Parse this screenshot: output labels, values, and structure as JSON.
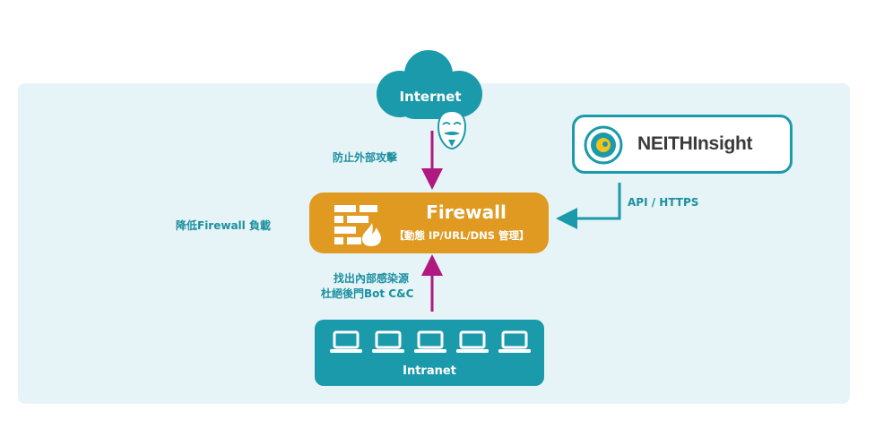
{
  "internet": {
    "label": "Internet",
    "icon": "hacker-mask-icon"
  },
  "arrows": {
    "down_label": "防止外部攻擊",
    "up_label_line1": "找出內部感染源",
    "up_label_line2": "杜絕後門Bot C&C",
    "api_label": "API / HTTPS",
    "left_label": "降低Firewall 負載"
  },
  "firewall": {
    "title": "Firewall",
    "subtitle": "【動態 IP/URL/DNS 管理】",
    "icon": "firewall-icon"
  },
  "neith": {
    "name": "NEITHInsight",
    "icon": "neith-eye-logo-icon"
  },
  "intranet": {
    "label": "Intranet",
    "device_icon": "laptop-icon",
    "device_count": 5
  },
  "colors": {
    "teal": "#1a9aaa",
    "orange": "#e09a22",
    "magenta": "#b0197f",
    "panel": "#e6f4f7",
    "label_text": "#1c8fa0"
  }
}
